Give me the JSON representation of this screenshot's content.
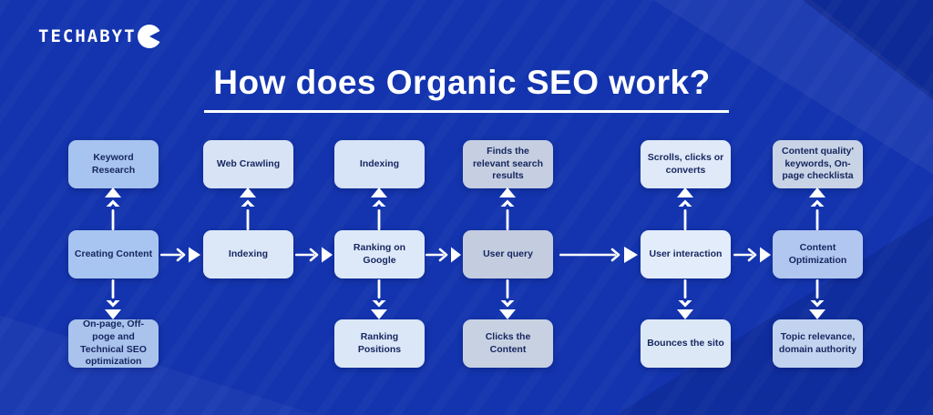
{
  "brand": {
    "name": "TECHABYT",
    "icon": "pacman-icon"
  },
  "title": {
    "text": "How does Organic SEO work?"
  },
  "colors": {
    "background": "#1334ae",
    "arrow": "#ffffff",
    "node_text": "#16265f",
    "title_text": "#ffffff"
  },
  "flowchart": {
    "nodes": {
      "c1_top": {
        "label": "Keyword Research",
        "bg": "#a7c3ef"
      },
      "c1_mid": {
        "label": "Creating Content",
        "bg": "#a7c5f0"
      },
      "c1_bot": {
        "label": "On-page, Off-poge and Technical SEO optimization",
        "bg": "#a9c3ed"
      },
      "c2_top": {
        "label": "Web Crawling",
        "bg": "#d8e4f6"
      },
      "c2_mid": {
        "label": "Indexing",
        "bg": "#dce8f8"
      },
      "c3_top": {
        "label": "Indexing",
        "bg": "#d7e3f6"
      },
      "c3_mid": {
        "label": "Ranking on Google",
        "bg": "#dde9f9"
      },
      "c3_bot": {
        "label": "Ranking Positions",
        "bg": "#dbe6f7"
      },
      "c4_top": {
        "label": "Finds the relevant search results",
        "bg": "#c5cfe1"
      },
      "c4_mid": {
        "label": "User query",
        "bg": "#c3cddf"
      },
      "c4_bot": {
        "label": "Clicks the Content",
        "bg": "#c7d1e2"
      },
      "c5_top": {
        "label": "Scrolls, clicks or converts",
        "bg": "#dfe9f8"
      },
      "c5_mid": {
        "label": "User interaction",
        "bg": "#e2ecfa"
      },
      "c5_bot": {
        "label": "Bounces the sito",
        "bg": "#dde8f7"
      },
      "c6_top": {
        "label": "Content quality' keywords, On-page checklista",
        "bg": "#c8d3e6"
      },
      "c6_mid": {
        "label": "Content Optimization",
        "bg": "#b2c7f0"
      },
      "c6_bot": {
        "label": "Topic relevance, domain authority",
        "bg": "#c2d3f0"
      }
    }
  }
}
